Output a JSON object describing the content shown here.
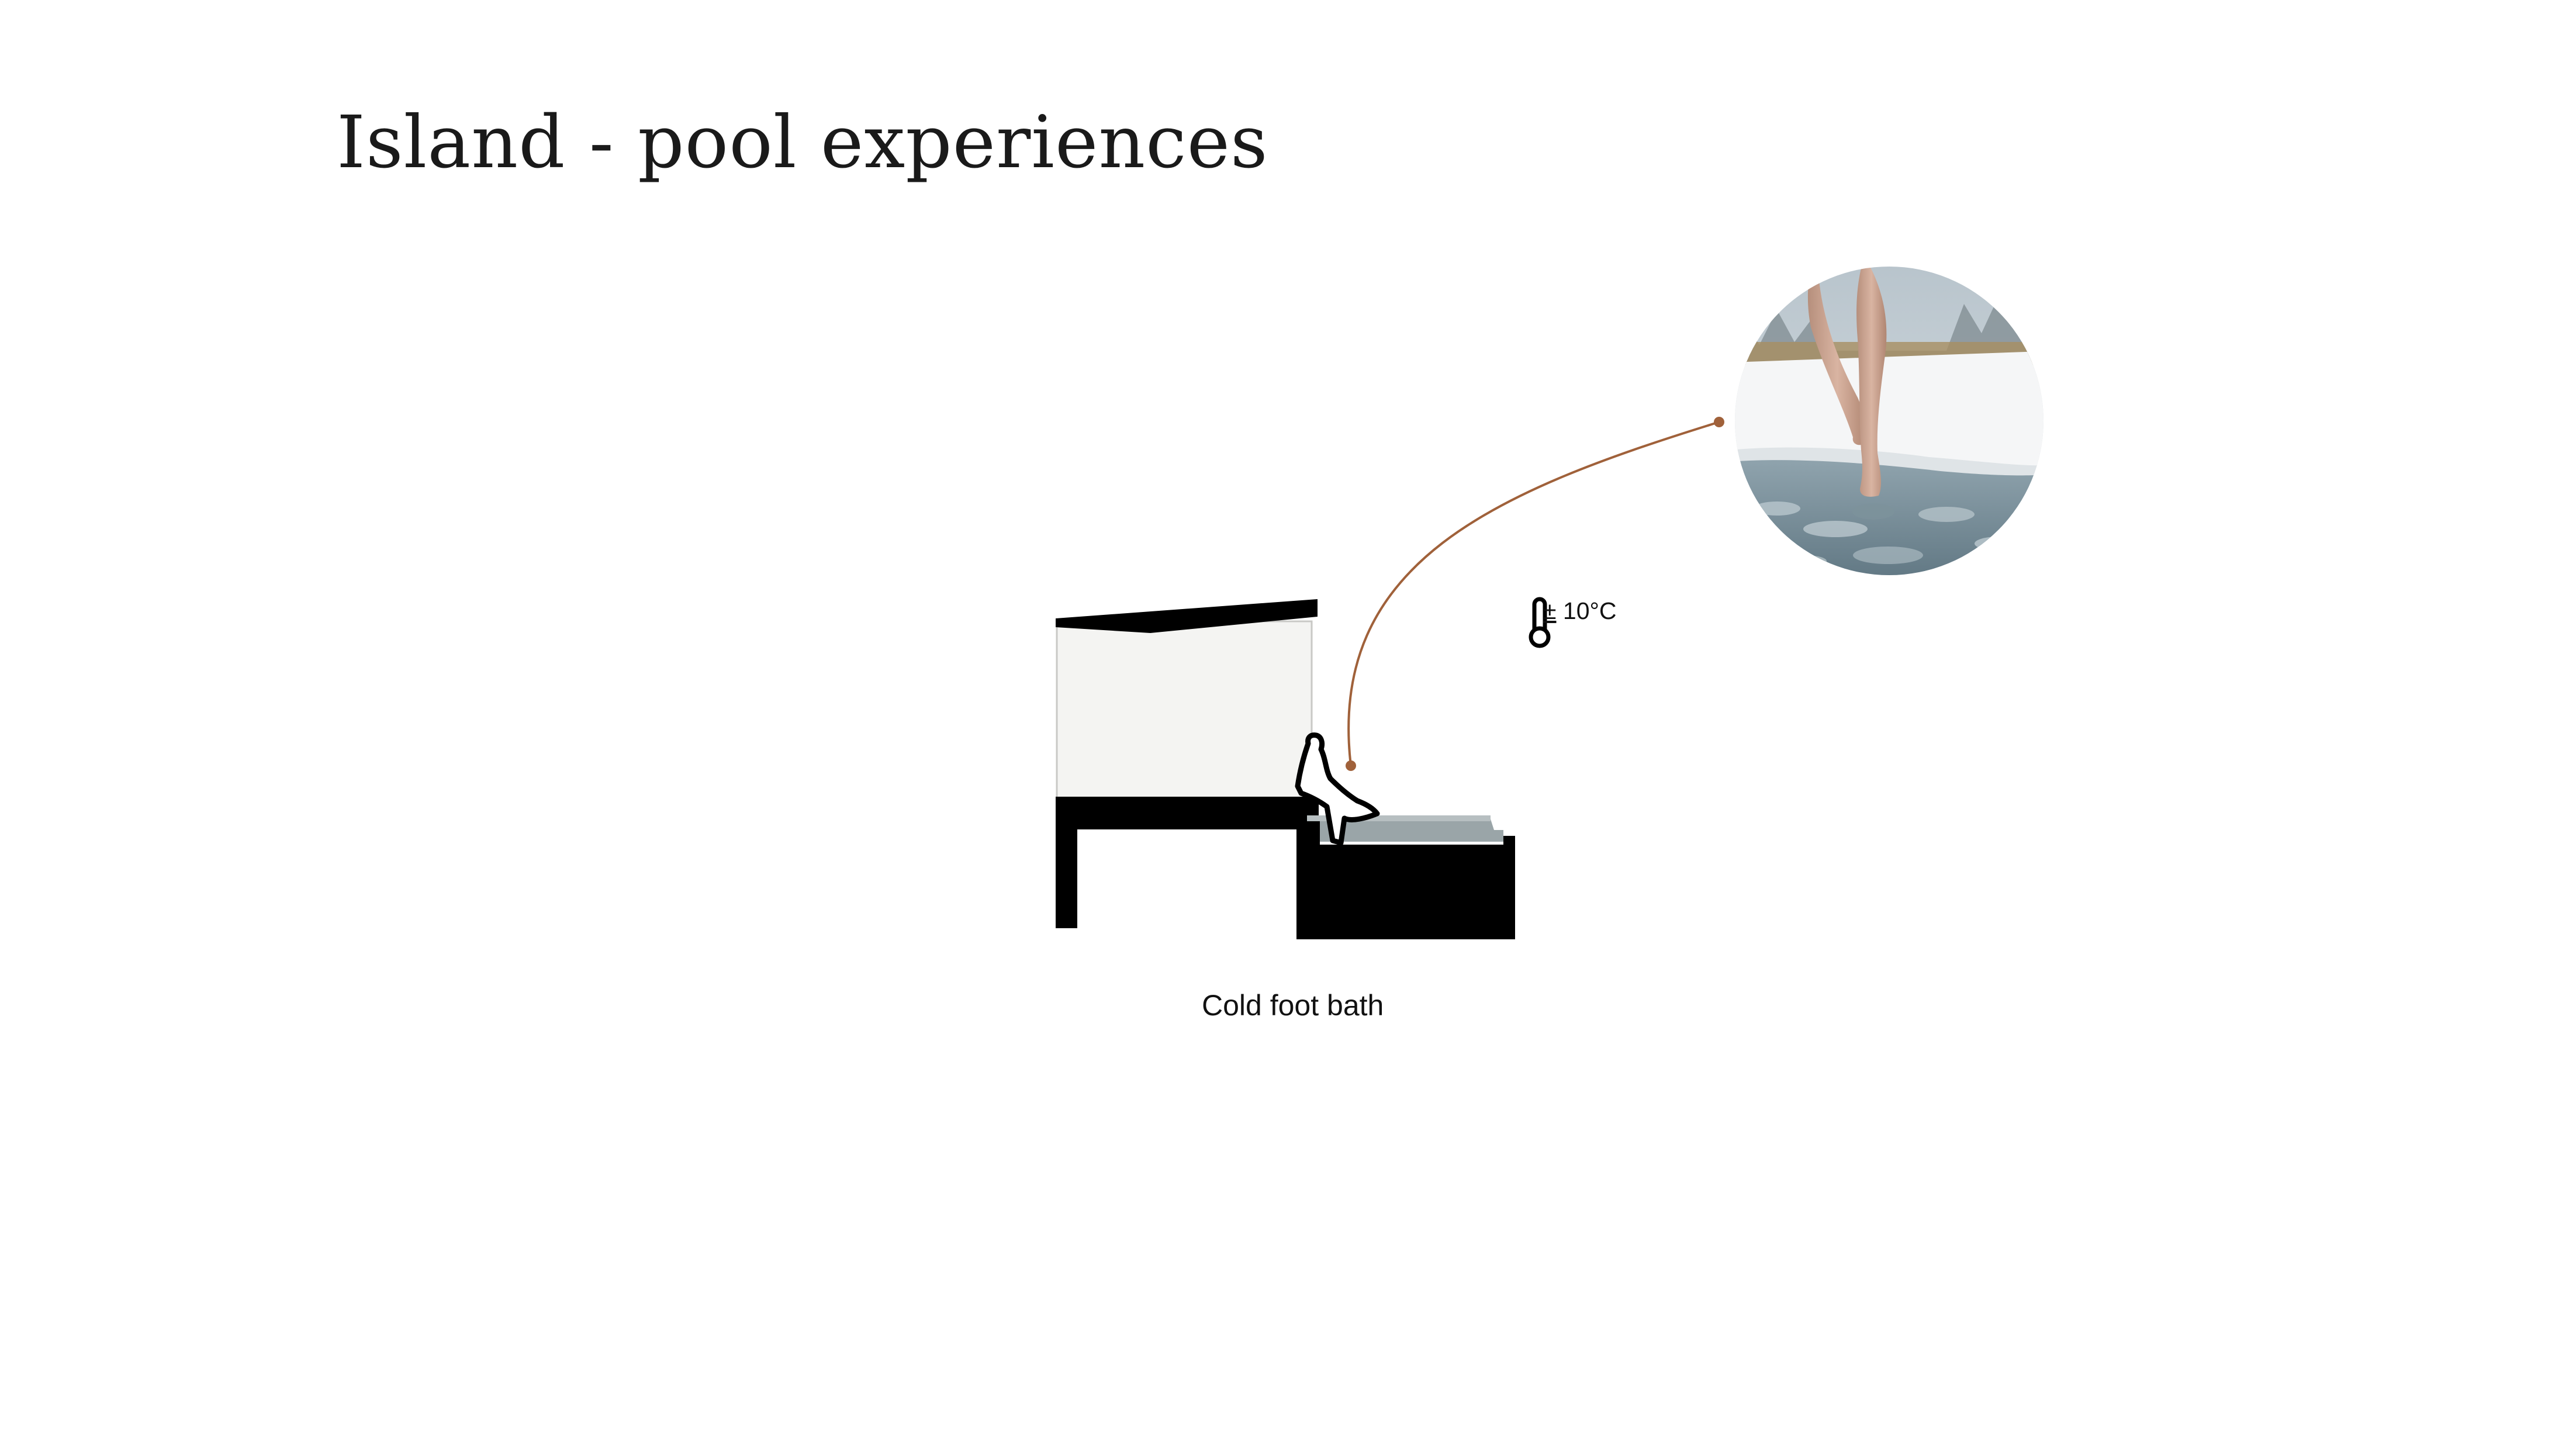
{
  "title": "Island - pool experiences",
  "caption": "Cold foot bath",
  "temperature": "10°C",
  "temperature_symbol": "±",
  "icons": {
    "thermometer": "thermometer-icon",
    "person": "person-silhouette-icon"
  },
  "photo": {
    "subject": "bare feet stepping into icy water in snow"
  },
  "colors": {
    "leader_line": "#a0613a",
    "structure": "#000000",
    "wall": "#f4f4f2",
    "water": "#9aa5a8",
    "text": "#1a1a1a"
  }
}
